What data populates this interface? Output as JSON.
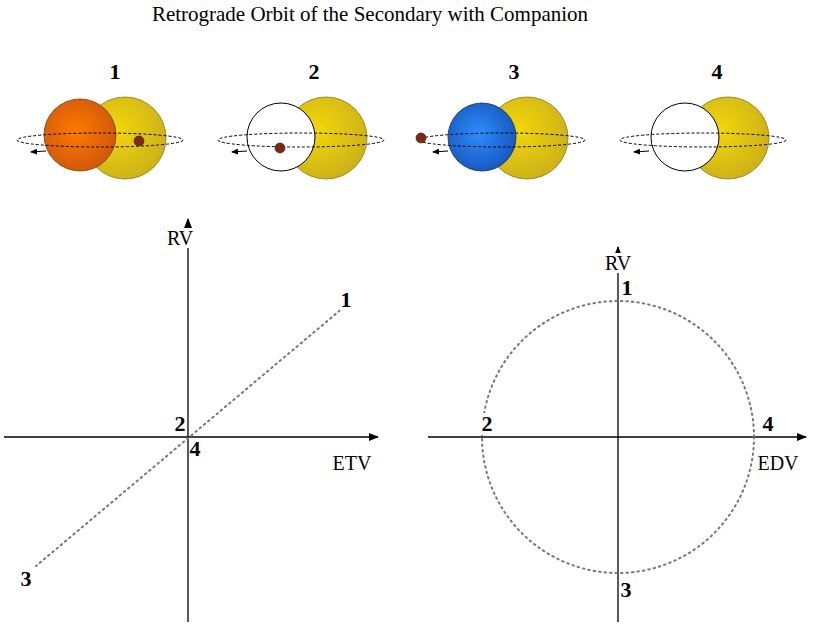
{
  "diagram": {
    "title": "Retrograde Orbit of the Secondary with Companion",
    "labels": [
      "1",
      "2",
      "3",
      "4",
      "RV",
      "ETV",
      "1",
      "2",
      "4",
      "3",
      "RV",
      "EDV",
      "1",
      "2",
      "4",
      "3"
    ]
  }
}
